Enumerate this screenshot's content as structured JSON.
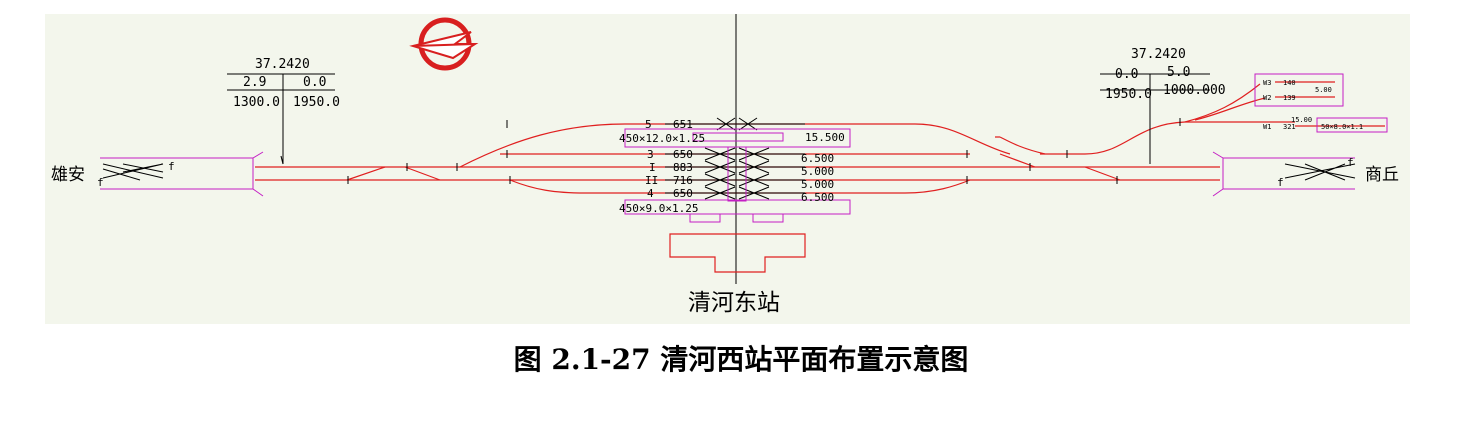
{
  "caption": "图 2.1-27  清河西站平面布置示意图",
  "diagram": {
    "station_name": "清河东站",
    "west_city": "雄安",
    "east_city": "商丘",
    "west_profile": {
      "top": "37.2420",
      "left_grade": "2.9",
      "left_length": "1300.0",
      "right_grade": "0.0",
      "right_length": "1950.0"
    },
    "east_profile": {
      "top": "37.2420",
      "left_grade": "0.0",
      "left_length": "1950.0",
      "right_grade": "5.0",
      "right_length": "1000.000"
    },
    "tracks": [
      {
        "id": "5",
        "length": "651"
      },
      {
        "id": "3",
        "length": "650",
        "spacing": "6.500"
      },
      {
        "id": "I",
        "length": "883",
        "spacing": "5.000"
      },
      {
        "id": "II",
        "length": "716",
        "spacing": "5.000"
      },
      {
        "id": "4",
        "length": "650",
        "spacing": "6.500"
      }
    ],
    "platform_north": {
      "spec": "450×12.0×1.25",
      "spacing": "15.500"
    },
    "platform_south": {
      "spec": "450×9.0×1.25"
    },
    "sidings": {
      "w3": {
        "label": "W3",
        "length": "140"
      },
      "w2": {
        "label": "W2",
        "length": "139"
      },
      "w1": {
        "label": "W1",
        "length": "321"
      },
      "small_val": "5.00",
      "w1_spacing": "15.00",
      "w1_platform": "50×8.0×1.1"
    },
    "f_mark": "f"
  }
}
